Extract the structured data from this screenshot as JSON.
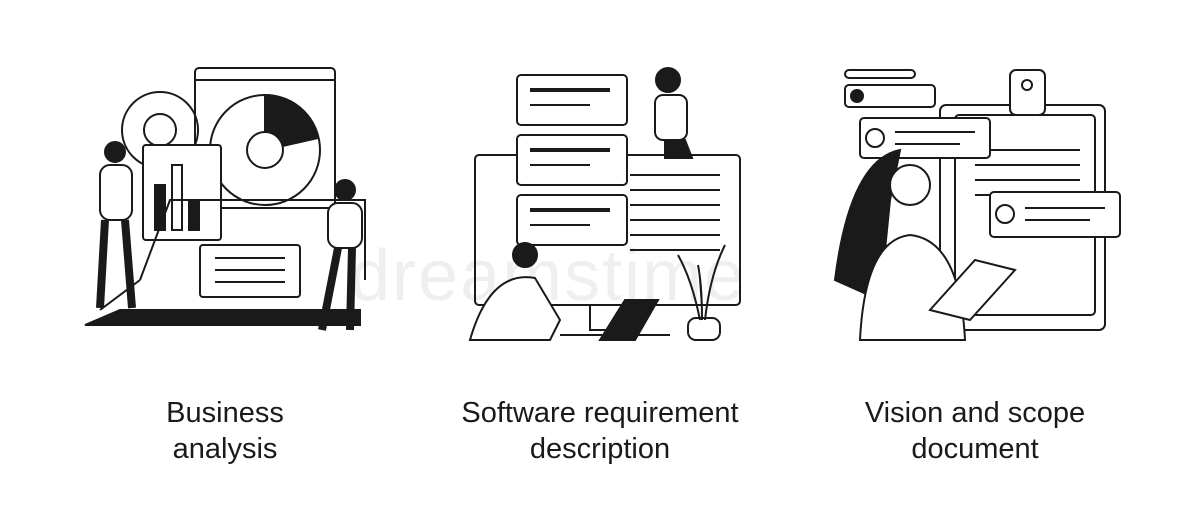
{
  "panels": [
    {
      "caption_line1": "Business",
      "caption_line2": "analysis"
    },
    {
      "caption_line1": "Software requirement",
      "caption_line2": "description"
    },
    {
      "caption_line1": "Vision and scope",
      "caption_line2": "document"
    }
  ],
  "colors": {
    "ink": "#1a1a1a",
    "background": "#ffffff"
  },
  "watermark": "dreamstime"
}
